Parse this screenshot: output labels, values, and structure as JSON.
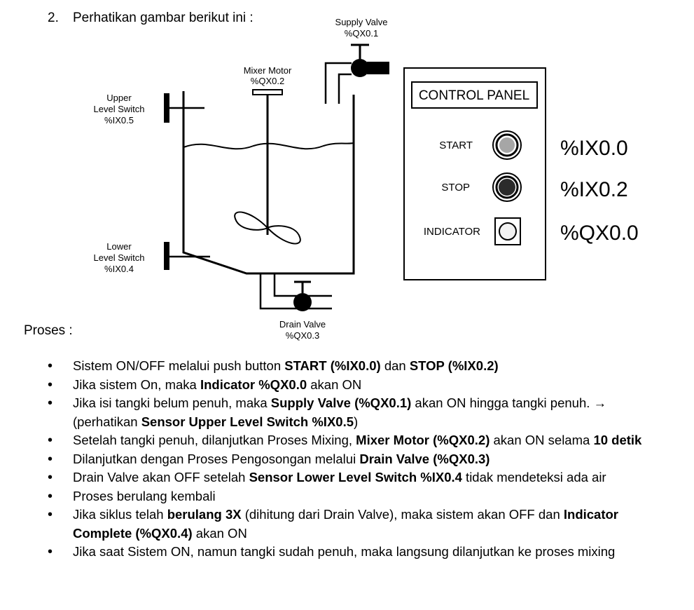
{
  "question": {
    "number": "2.",
    "title": "Perhatikan gambar berikut ini :"
  },
  "diagram": {
    "supply_valve": {
      "name": "Supply Valve",
      "addr": "%QX0.1"
    },
    "mixer_motor": {
      "name": "Mixer Motor",
      "addr": "%QX0.2"
    },
    "upper_switch": {
      "line1": "Upper",
      "line2": "Level Switch",
      "addr": "%IX0.5"
    },
    "lower_switch": {
      "line1": "Lower",
      "line2": "Level Switch",
      "addr": "%IX0.4"
    },
    "drain_valve": {
      "name": "Drain Valve",
      "addr": "%QX0.3"
    }
  },
  "control_panel": {
    "title": "CONTROL PANEL",
    "start": {
      "label": "START",
      "addr": "%IX0.0"
    },
    "stop": {
      "label": "STOP",
      "addr": "%IX0.2"
    },
    "indicator": {
      "label": "INDICATOR",
      "addr": "%QX0.0"
    }
  },
  "proses_label": "Proses :",
  "steps": [
    [
      {
        "t": "Sistem ON/OFF melalui push button "
      },
      {
        "t": "START (%IX0.0)",
        "b": true
      },
      {
        "t": " dan "
      },
      {
        "t": "STOP (%IX0.2)",
        "b": true
      }
    ],
    [
      {
        "t": "Jika sistem On, maka "
      },
      {
        "t": "Indicator %QX0.0",
        "b": true
      },
      {
        "t": " akan ON"
      }
    ],
    [
      {
        "t": "Jika isi tangki belum penuh, maka "
      },
      {
        "t": "Supply Valve (%QX0.1)",
        "b": true
      },
      {
        "t": " akan ON hingga tangki penuh. → (perhatikan "
      },
      {
        "t": "Sensor Upper Level Switch %IX0.5",
        "b": true
      },
      {
        "t": ")"
      }
    ],
    [
      {
        "t": "Setelah tangki penuh, dilanjutkan Proses Mixing, "
      },
      {
        "t": "Mixer Motor (%QX0.2)",
        "b": true
      },
      {
        "t": " akan ON selama "
      },
      {
        "t": "10 detik",
        "b": true
      }
    ],
    [
      {
        "t": "Dilanjutkan dengan Proses Pengosongan melalui "
      },
      {
        "t": "Drain Valve (%QX0.3)",
        "b": true
      }
    ],
    [
      {
        "t": "Drain Valve akan OFF setelah "
      },
      {
        "t": "Sensor Lower Level Switch %IX0.4",
        "b": true
      },
      {
        "t": " tidak mendeteksi ada air"
      }
    ],
    [
      {
        "t": "Proses berulang kembali"
      }
    ],
    [
      {
        "t": "Jika siklus telah "
      },
      {
        "t": "berulang 3X",
        "b": true
      },
      {
        "t": " (dihitung dari Drain Valve), maka sistem akan OFF dan "
      },
      {
        "t": "Indicator Complete (%QX0.4)",
        "b": true
      },
      {
        "t": " akan ON"
      }
    ],
    [
      {
        "t": "Jika saat Sistem ON, namun tangki sudah penuh, maka langsung dilanjutkan ke proses mixing"
      }
    ]
  ]
}
